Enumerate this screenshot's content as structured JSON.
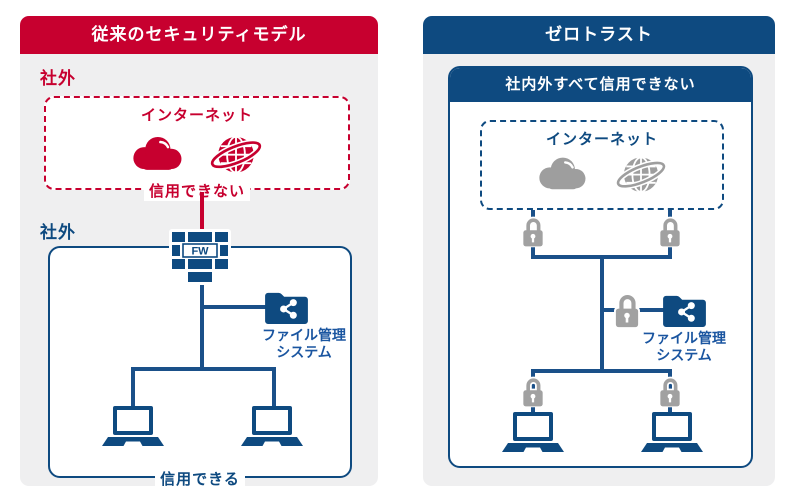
{
  "left_panel": {
    "title": "従来のセキュリティモデル",
    "outside_label": "社外",
    "internet_label": "インターネット",
    "untrust_label": "信用できない",
    "zone_label": "社外",
    "fw_label": "FW",
    "fs_line1": "ファイル管理",
    "fs_line2": "システム",
    "trust_label": "信用できる"
  },
  "right_panel": {
    "title": "ゼロトラスト",
    "banner": "社内外すべて信用できない",
    "internet_label": "インターネット",
    "fs_line1": "ファイル管理",
    "fs_line2": "システム"
  },
  "colors": {
    "crimson": "#c7002f",
    "navy": "#0e4a80",
    "line_navy": "#1a5089",
    "label_blue": "#1a55a0",
    "icon_gray": "#9e9e9e",
    "panel_bg": "#efeff0"
  },
  "icons": {
    "internet_left": [
      "cloud-icon",
      "globe-icon"
    ],
    "internet_right": [
      "cloud-icon",
      "globe-icon"
    ],
    "firewall": "firewall-icon",
    "file_system": "shared-folder-icon",
    "devices": "laptop-icon",
    "security": "padlock-icon"
  }
}
